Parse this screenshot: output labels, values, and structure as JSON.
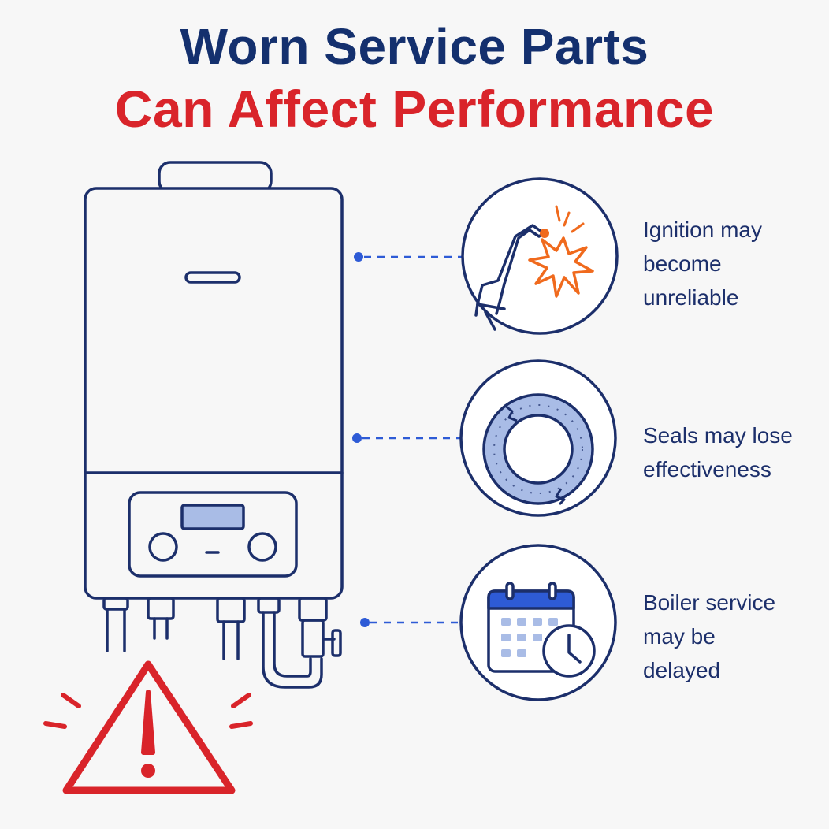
{
  "title": {
    "line1": "Worn Service Parts",
    "line2": "Can Affect Performance"
  },
  "callouts": [
    {
      "icon": "ignition-spark-icon",
      "lines": [
        "Ignition may",
        "become",
        "unreliable"
      ]
    },
    {
      "icon": "worn-seal-icon",
      "lines": [
        "Seals may lose",
        "effectiveness"
      ]
    },
    {
      "icon": "calendar-clock-icon",
      "lines": [
        "Boiler service",
        "may be",
        "delayed"
      ]
    }
  ],
  "colors": {
    "navy": "#14306e",
    "outline": "#1c2f6b",
    "red": "#d9242a",
    "orange": "#f06a1d",
    "blue": "#2e5bd6",
    "light_blue": "#a9bce6",
    "background": "#f7f7f7"
  }
}
